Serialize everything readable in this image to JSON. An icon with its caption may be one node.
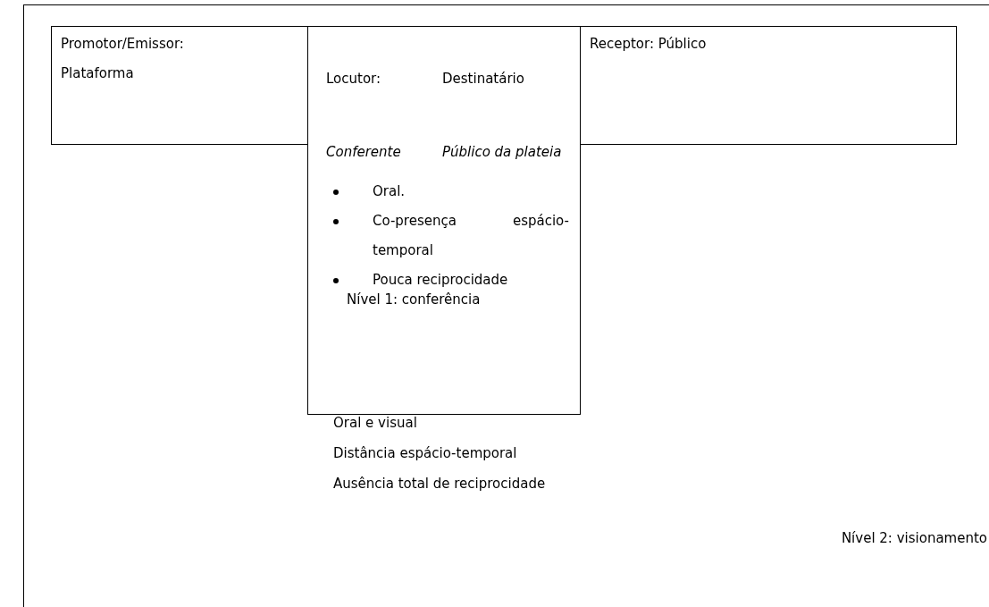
{
  "diagram": {
    "nodes": [
      {
        "text": [
          "Oral e visual",
          "Distância espácio-temporal",
          "Ausência total de reciprocidade",
          "Nível 2: visionamento"
        ]
      },
      {
        "text": [
          "Promotor/Emissor:",
          "Plataforma"
        ],
        "in": 0
      },
      {
        "text": [
          "Locutor:",
          "Destinatário",
          "Conferente",
          "Público da plateia",
          "Oral.",
          "Co-presença espácio-temporal",
          "Pouca reciprocidade",
          "Nível 1: conferência"
        ],
        "in": 0
      },
      {
        "text": [
          "Receptor: Público"
        ],
        "in": 0
      }
    ]
  }
}
